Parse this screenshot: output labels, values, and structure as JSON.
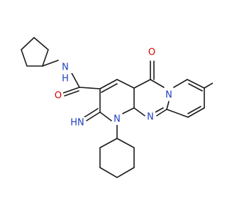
{
  "atoms": {
    "nh_amide": {
      "label": "N",
      "sub": "H",
      "color": "#1f3fbf"
    },
    "o_amide": {
      "label": "O",
      "color": "#d40000"
    },
    "o_ketone": {
      "label": "O",
      "color": "#d40000"
    },
    "n_bridge": {
      "label": "N",
      "color": "#1f3fbf"
    },
    "n_ring": {
      "label": "N",
      "color": "#1f3fbf"
    },
    "n_cyclohexyl": {
      "label": "N",
      "color": "#1f3fbf"
    },
    "imino": {
      "label": "HN",
      "color": "#1f3fbf"
    }
  }
}
